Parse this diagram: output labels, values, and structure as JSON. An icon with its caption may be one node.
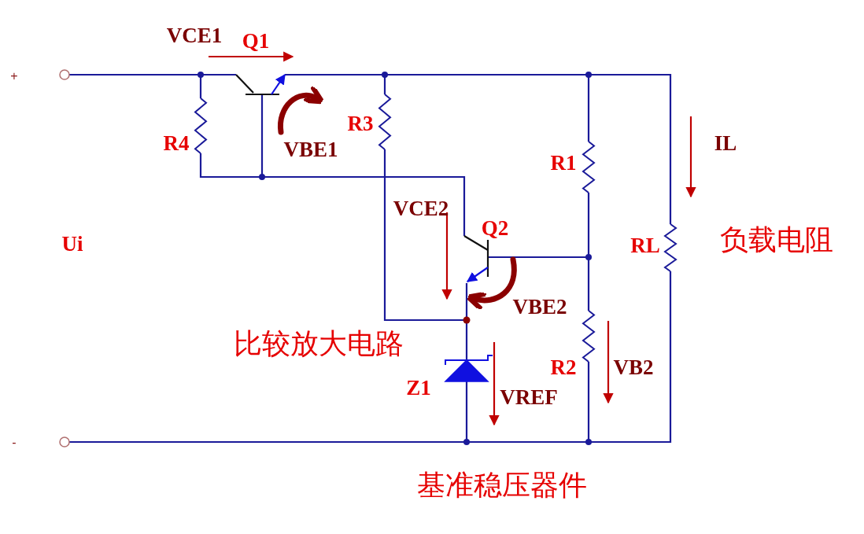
{
  "diagram": {
    "labels": [
      "VCE1",
      "Q1",
      "+",
      "R3",
      "R4",
      "VBE1",
      "IL",
      "R1",
      "VCE2",
      "Ui",
      "Q2",
      "RL",
      "负载电阻",
      "VBE2",
      "比较放大电路",
      "R2",
      "VB2",
      "Z1",
      "VREF",
      "-",
      "基准稳压器件"
    ]
  }
}
